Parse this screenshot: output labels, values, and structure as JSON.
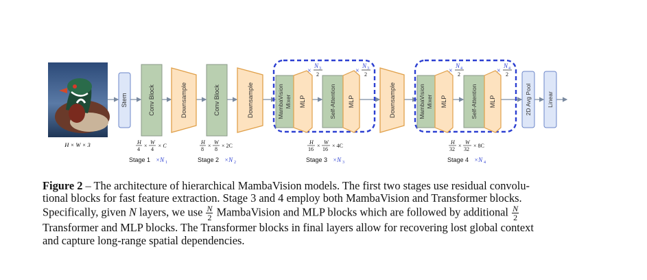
{
  "figure": {
    "input_label": "H × W × 3",
    "blocks": {
      "stem": "Stem",
      "conv_block": "Conv Block",
      "downsample": "Downsample",
      "mambavision_mixer_line1": "MambaVision",
      "mambavision_mixer_line2": "Mixer",
      "mlp": "MLP",
      "self_attention": "Self-Attention",
      "avg_pool": "2D Avg Pool",
      "linear": "Linear"
    },
    "stages": [
      {
        "label": "Stage 1",
        "repeat": "×N",
        "sub": "1",
        "dims": {
          "h": "H",
          "hd": "4",
          "w": "W",
          "wd": "4",
          "c": "× C"
        }
      },
      {
        "label": "Stage 2",
        "repeat": "×N",
        "sub": "2",
        "dims": {
          "h": "H",
          "hd": "8",
          "w": "W",
          "wd": "8",
          "c": "× 2C"
        }
      },
      {
        "label": "Stage 3",
        "repeat": "×N",
        "sub": "3",
        "dims": {
          "h": "H",
          "hd": "16",
          "w": "W",
          "wd": "16",
          "c": "× 4C"
        }
      },
      {
        "label": "Stage 4",
        "repeat": "×N",
        "sub": "4",
        "dims": {
          "h": "H",
          "hd": "32",
          "w": "W",
          "wd": "32",
          "c": "× 8C"
        }
      }
    ],
    "multipliers": {
      "stage3_mamba": {
        "x": "×",
        "num": "N",
        "sub": "3",
        "den": "2"
      },
      "stage3_attn": {
        "x": "×",
        "num": "N",
        "sub": "3",
        "den": "2"
      },
      "stage4_mamba": {
        "x": "×",
        "num": "N",
        "sub": "4",
        "den": "2"
      },
      "stage4_attn": {
        "x": "×",
        "num": "N",
        "sub": "4",
        "den": "2"
      }
    },
    "colors": {
      "stem_fill": "#dde6f8",
      "stem_stroke": "#6b86c9",
      "conv_fill": "#b9cfb0",
      "conv_stroke": "#8a9a88",
      "down_fill": "#fde2bf",
      "down_stroke": "#e0a04a",
      "dashed": "#2c3fd1",
      "accent_text": "#2c3fd1"
    }
  },
  "caption": {
    "figure_label": "Figure 2",
    "line1": " – The architecture of hierarchical MambaVision models. The first two stages use residual convolu-",
    "line2": "tional blocks for fast feature extraction. Stage 3 and 4 employ both MambaVision and Transformer blocks.",
    "line3a": "Specifically, given ",
    "line3_var": "N",
    "line3b": " layers, we use ",
    "line3_frac_num": "N",
    "line3_frac_den": "2",
    "line3c": " MambaVision and MLP blocks which are followed by additional ",
    "line4a": "Transformer and MLP blocks. The Transformer blocks in final layers allow for recovering lost global context",
    "line5": "and capture long-range spatial dependencies."
  }
}
